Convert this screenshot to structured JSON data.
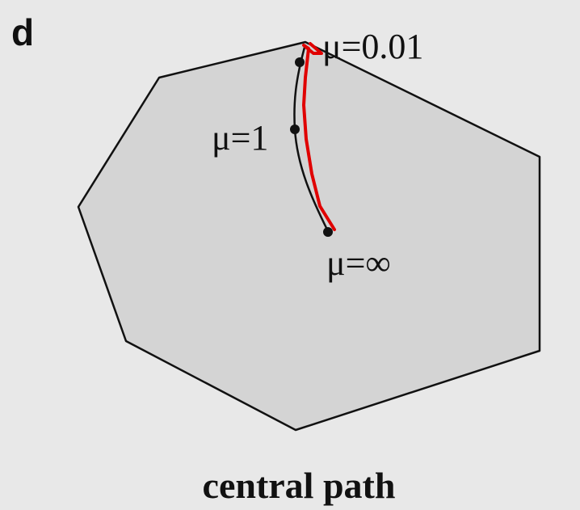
{
  "panel": {
    "label": "d"
  },
  "diagram": {
    "caption": "central path",
    "colors": {
      "background": "#e8e8e8",
      "polygon_fill": "#d4d4d4",
      "edge": "#111111",
      "central_path": "#111111",
      "approx_path": "#e00000",
      "point": "#111111"
    },
    "points": [
      {
        "id": "mu-0-01",
        "label": "μ=0.01"
      },
      {
        "id": "mu-1",
        "label": "μ=1"
      },
      {
        "id": "mu-inf",
        "label": "μ=∞"
      }
    ]
  }
}
